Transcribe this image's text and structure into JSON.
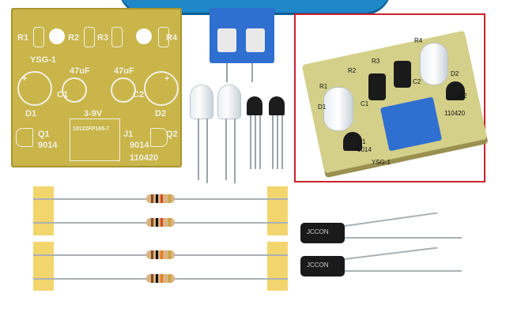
{
  "pcb_labels": {
    "r1": "R1",
    "r2": "R2",
    "r3": "R3",
    "r4": "R4",
    "board": "YSG-1",
    "c1_value": "47uF",
    "c2_value": "47uF",
    "c1": "C1",
    "c2": "C2",
    "plus": "+",
    "d1": "D1",
    "d2": "D2",
    "power": "3-9V",
    "q1": "Q1",
    "q2": "Q2",
    "q1_part": "9014",
    "q2_part": "9014",
    "j1": "J1",
    "part_code": "18122FP195-7",
    "date_code": "110420"
  },
  "inset_labels": {
    "r1": "R1",
    "r2": "R2",
    "r3": "R3",
    "r4": "R4",
    "c1": "C1",
    "c2": "C2",
    "d1": "D1",
    "d2": "D2",
    "q1": "Q1",
    "q2": "Q2",
    "part": "9014",
    "date_code": "110420",
    "board": "YSG-1"
  },
  "capacitor_marking": "JCCON",
  "colors": {
    "banner": "#1f86c8",
    "pcb": "#c9b54a",
    "silkscreen": "#f3f0e3",
    "inset_border": "#cc2030",
    "terminal": "#2f6fd0",
    "tape": "#f3d56e"
  }
}
